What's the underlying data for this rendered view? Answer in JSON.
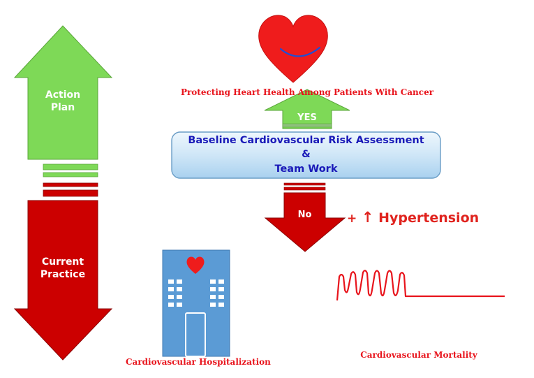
{
  "left_arrow": {
    "up_label": "Action\nPlan",
    "down_label": "Current\nPractice"
  },
  "top_caption": "Protecting Heart Health Among Patients With Cancer",
  "yes_label": "YES",
  "no_label": "No",
  "center_box": {
    "line1": "Baseline Cardiovascular Risk Assessment",
    "line2": "&",
    "line3": "Team Work"
  },
  "hypertension": {
    "plus": "+",
    "arrow_glyph": "↑",
    "label": "Hypertension"
  },
  "hospitalization_caption": "Cardiovascular Hospitalization",
  "mortality_caption": "Cardiovascular Mortality",
  "icons": {
    "heart": "smiling-heart-icon",
    "hospital": "hospital-building-icon",
    "ecg": "ecg-flatline-icon"
  },
  "colors": {
    "green": "#7ed957",
    "red": "#cc0000",
    "heart_red": "#ef1c1c",
    "box_blue": "#cfe6f7",
    "building_blue": "#5b9bd5",
    "text_blue": "#1a1ab8",
    "caption_red": "#e8141c"
  }
}
